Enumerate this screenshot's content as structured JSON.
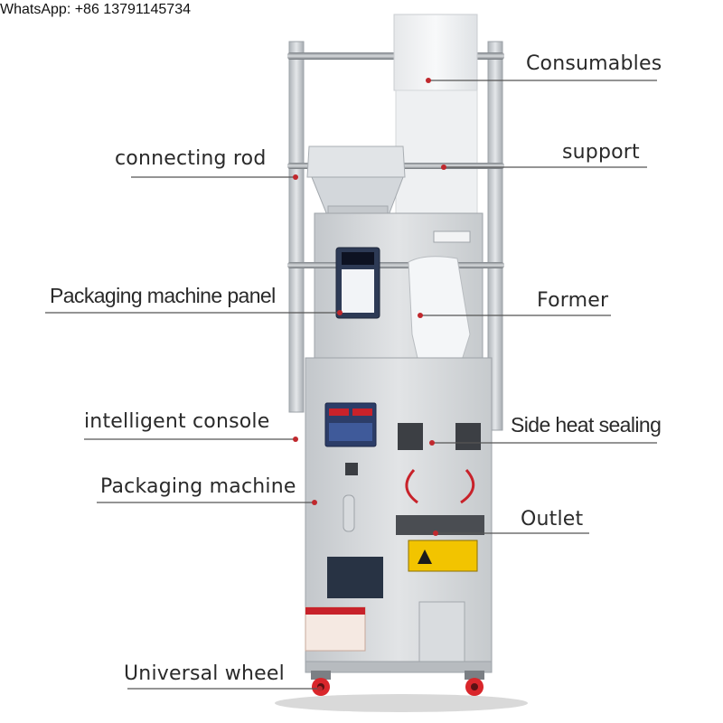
{
  "header": {
    "contact": "WhatsApp: +86 13791145734"
  },
  "callouts": [
    {
      "id": "consumables",
      "label": "Consumables"
    },
    {
      "id": "connecting-rod",
      "label": "connecting rod"
    },
    {
      "id": "support",
      "label": "support"
    },
    {
      "id": "panel",
      "label": "Packaging machine panel"
    },
    {
      "id": "former",
      "label": "Former"
    },
    {
      "id": "console",
      "label": "intelligent console"
    },
    {
      "id": "side-heat-sealing",
      "label": "Side heat sealing"
    },
    {
      "id": "packaging-machine",
      "label": "Packaging machine"
    },
    {
      "id": "outlet",
      "label": "Outlet"
    },
    {
      "id": "universal-wheel",
      "label": "Universal wheel"
    }
  ],
  "colors": {
    "leader": "#555555",
    "dot": "#c0282d",
    "steel": "#c9cdd1",
    "warning": "#f2c400"
  }
}
